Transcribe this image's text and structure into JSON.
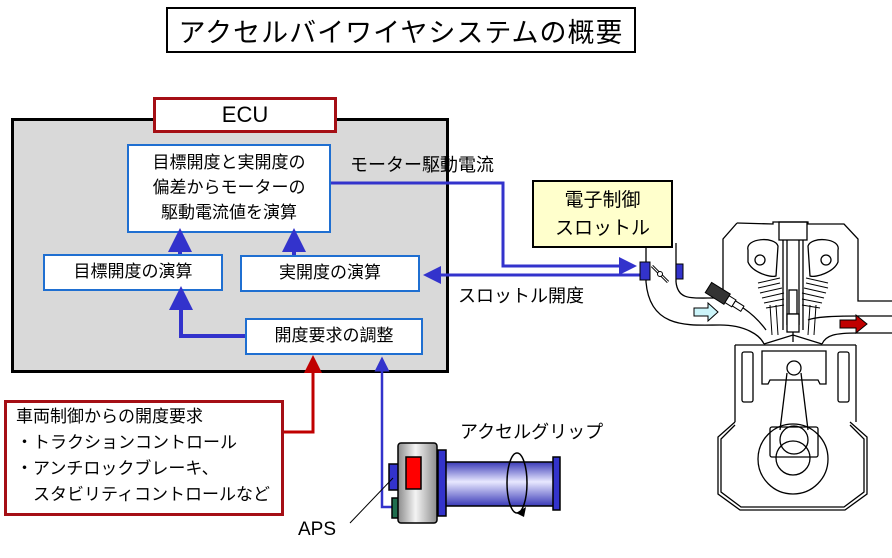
{
  "title": "アクセルバイワイヤシステムの概要",
  "ecu": {
    "label": "ECU",
    "blocks": {
      "deviation_calc": [
        "目標開度と実開度の",
        "偏差からモーターの",
        "駆動電流値を演算"
      ],
      "target_opening_calc": "目標開度の演算",
      "actual_opening_calc": "実開度の演算",
      "opening_request_adjust": "開度要求の調整"
    }
  },
  "signals": {
    "motor_current": "モーター駆動電流",
    "throttle_opening": "スロットル開度"
  },
  "throttle_unit": {
    "lines": [
      "電子制御",
      "スロットル"
    ]
  },
  "vehicle_control_request": {
    "heading": "車両制御からの開度要求",
    "items": [
      "・トラクションコントロール",
      "・アンチロックブレーキ、",
      "　スタビリティコントロールなど"
    ]
  },
  "accelerator_grip": {
    "label": "アクセルグリップ",
    "sensor_label": "APS"
  },
  "colors": {
    "signal_blue": "#3333cc",
    "request_red": "#c00000",
    "box_border_blue": "#1f6fd1",
    "ecu_border_red": "#a50f15",
    "ecu_background": "#d9d9d9",
    "throttle_box_fill": "#ffffcc",
    "intake_arrow": "#ccf5fa",
    "exhaust_arrow": "#c00000"
  }
}
